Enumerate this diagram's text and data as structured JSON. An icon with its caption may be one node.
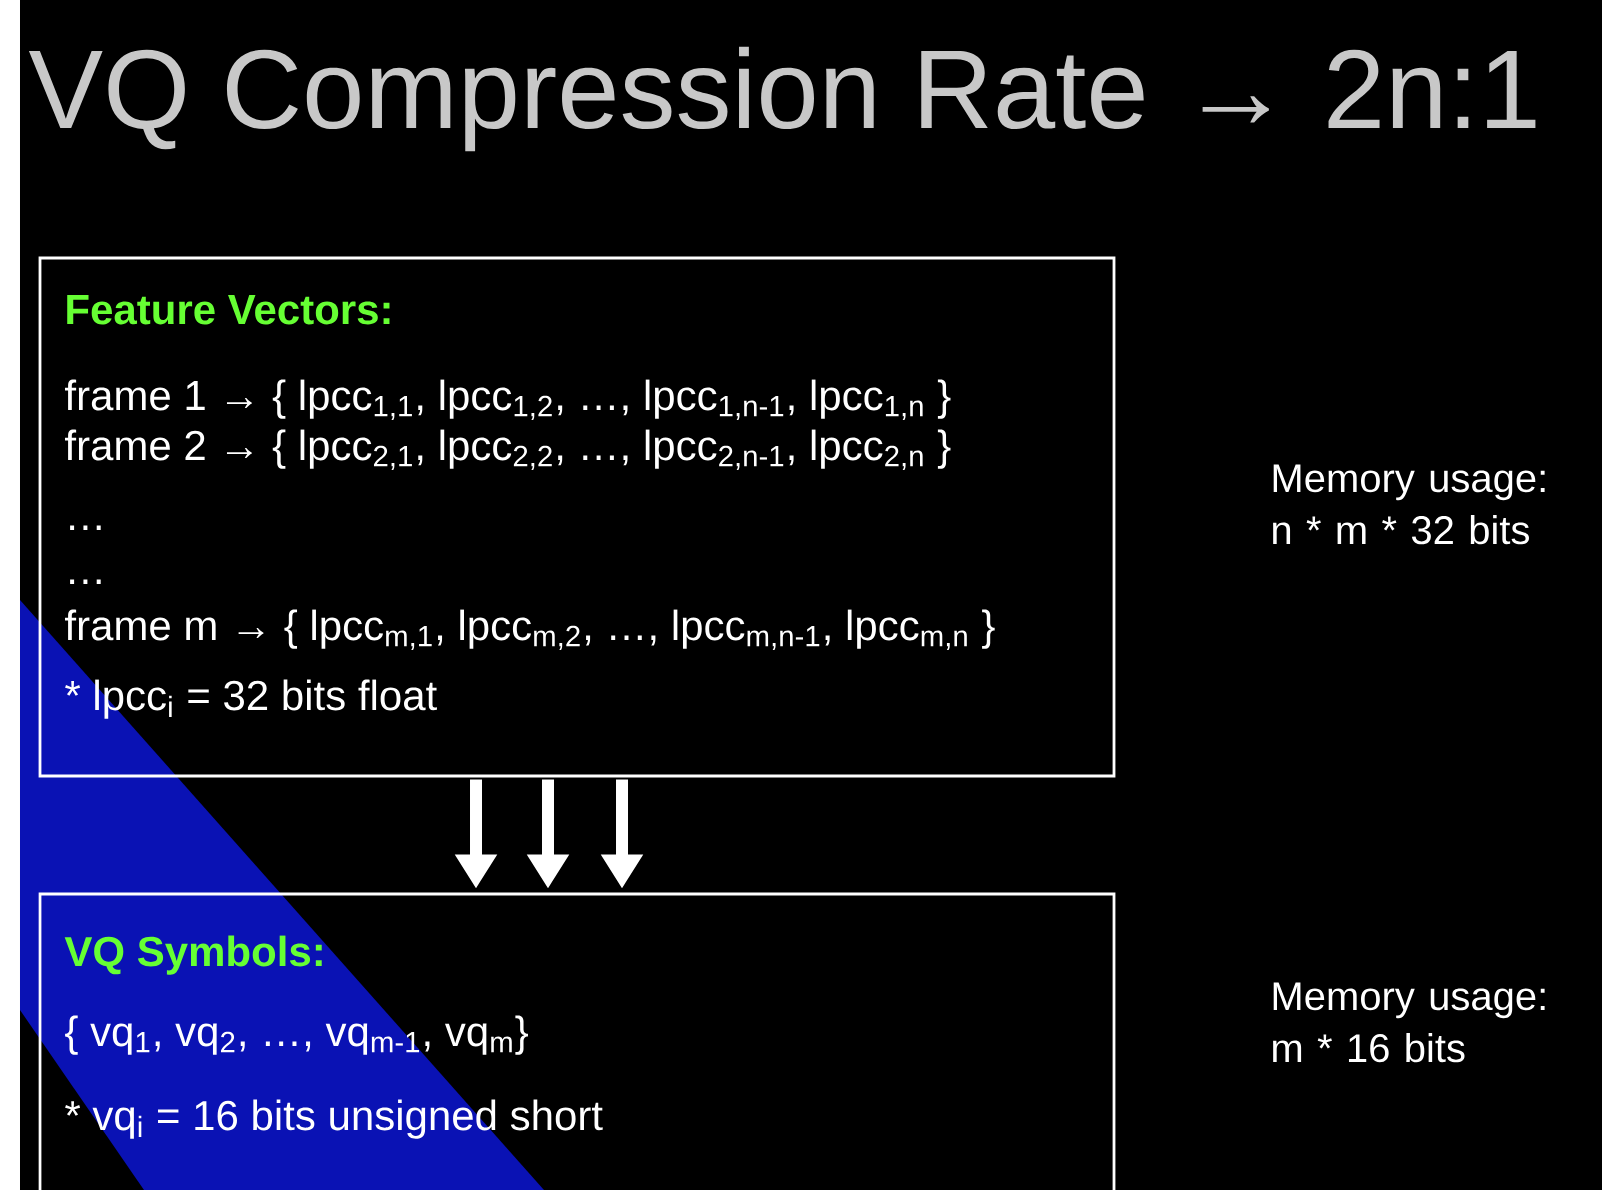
{
  "diagram": {
    "title": "VQ Compression Rate → 2n:1",
    "nodes": [
      {
        "text": [
          "Feature Vectors:",
          "frame 1 → { lpcc$_{1,1}$, lpcc$_{1,2}$, …, lpcc$_{1,n-1}$, lpcc$_{1,n}$ }",
          "frame 2 → { lpcc$_{2,1}$, lpcc$_{2,2}$, …, lpcc$_{2,n-1}$, lpcc$_{2,n}$ }",
          "…",
          "…",
          "frame m → { lpcc$_{m,1}$, lpcc$_{m,2}$, …, lpcc$_{m,n-1}$, lpcc$_{m,n}$ }",
          "* lpcc$_{i}$ = 32 bits float"
        ]
      },
      {
        "text": [
          "VQ Symbols:",
          "{ vq$_{1}$, vq$_{2}$, …, vq$_{m-1}$, vq$_{m}$}",
          "* vq$_{i}$ = 16 bits unsigned short"
        ]
      }
    ],
    "labels": [
      "Memory usage: n * m * 32 bits",
      "Memory usage: m * 16 bits"
    ],
    "edges": [
      {
        "from": 0,
        "to": 1,
        "arrow": "to"
      },
      {
        "from": 0,
        "to": 1,
        "arrow": "to"
      },
      {
        "from": 0,
        "to": 1,
        "arrow": "to"
      }
    ]
  }
}
